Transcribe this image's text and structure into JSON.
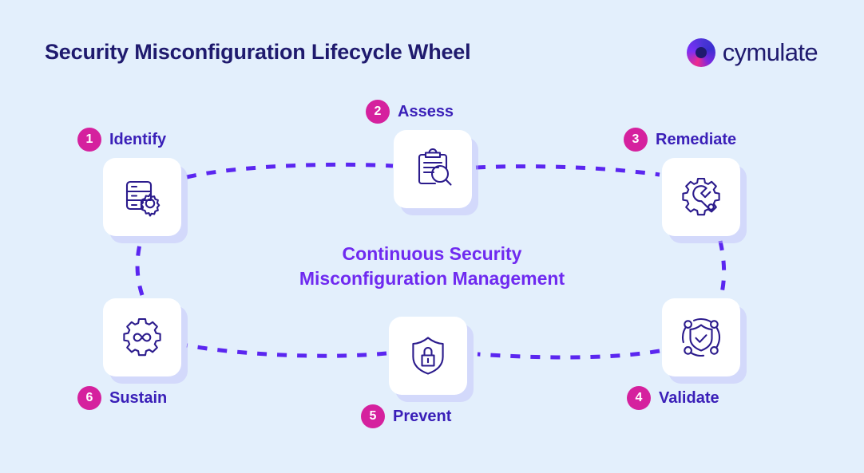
{
  "header": {
    "title": "Security Misconfiguration Lifecycle Wheel",
    "brand_name": "cymulate",
    "brand_mark_icon": "cymulate-ring-logo-icon"
  },
  "center": {
    "line1": "Continuous Security",
    "line2": "Misconfiguration Management"
  },
  "colors": {
    "background": "#e3effc",
    "title": "#1f1a6e",
    "center_text": "#6f2af0",
    "badge": "#d5219e",
    "label_text": "#3a1fb8",
    "connector": "#5b26f0",
    "icon_stroke": "#2b1b8c",
    "card": "#ffffff"
  },
  "steps": [
    {
      "number": "1",
      "label": "Identify",
      "icon": "server-gear-icon"
    },
    {
      "number": "2",
      "label": "Assess",
      "icon": "clipboard-magnifier-icon"
    },
    {
      "number": "3",
      "label": "Remediate",
      "icon": "gear-wrench-icon"
    },
    {
      "number": "4",
      "label": "Validate",
      "icon": "shield-check-network-icon"
    },
    {
      "number": "5",
      "label": "Prevent",
      "icon": "shield-lock-icon"
    },
    {
      "number": "6",
      "label": "Sustain",
      "icon": "gear-infinity-icon"
    }
  ]
}
